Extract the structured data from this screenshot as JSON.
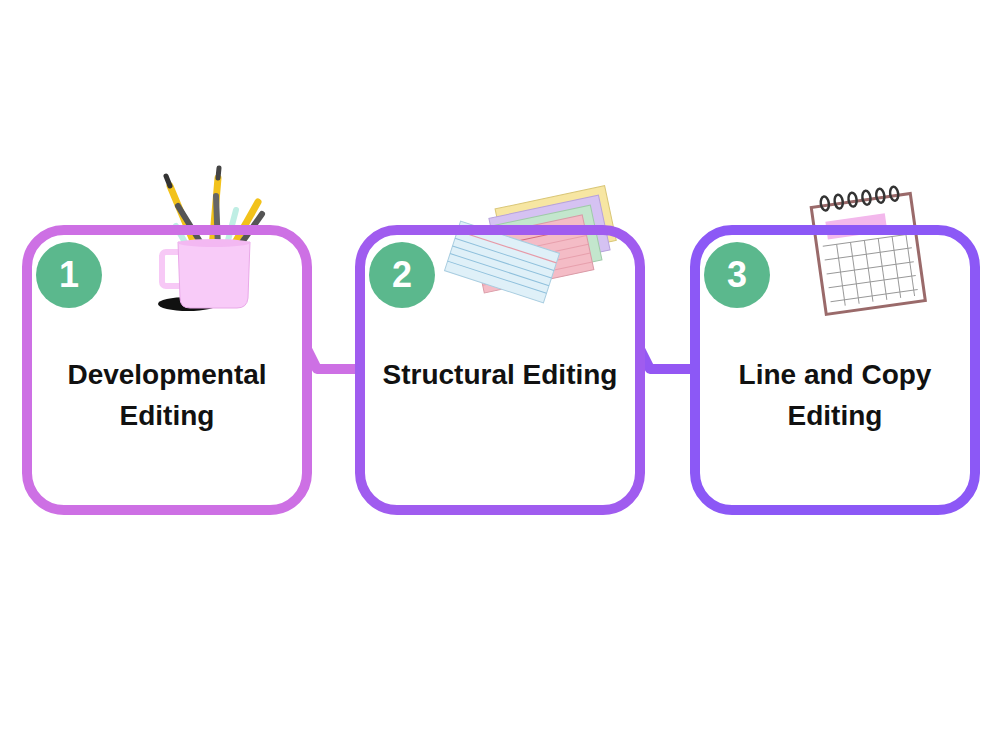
{
  "diagram": {
    "nodes": [
      {
        "text": [
          "Developmental Editing"
        ]
      },
      {
        "text": [
          "1"
        ],
        "in": 0
      },
      {
        "text": [
          "Structural Editing"
        ]
      },
      {
        "text": [
          "2"
        ],
        "in": 2
      },
      {
        "text": [
          "Line and Copy Editing"
        ]
      },
      {
        "text": [
          "3"
        ],
        "in": 4
      }
    ],
    "edges": [
      {
        "from": 0,
        "to": 2,
        "arrow": "none"
      },
      {
        "from": 2,
        "to": 4,
        "arrow": "none"
      }
    ]
  }
}
